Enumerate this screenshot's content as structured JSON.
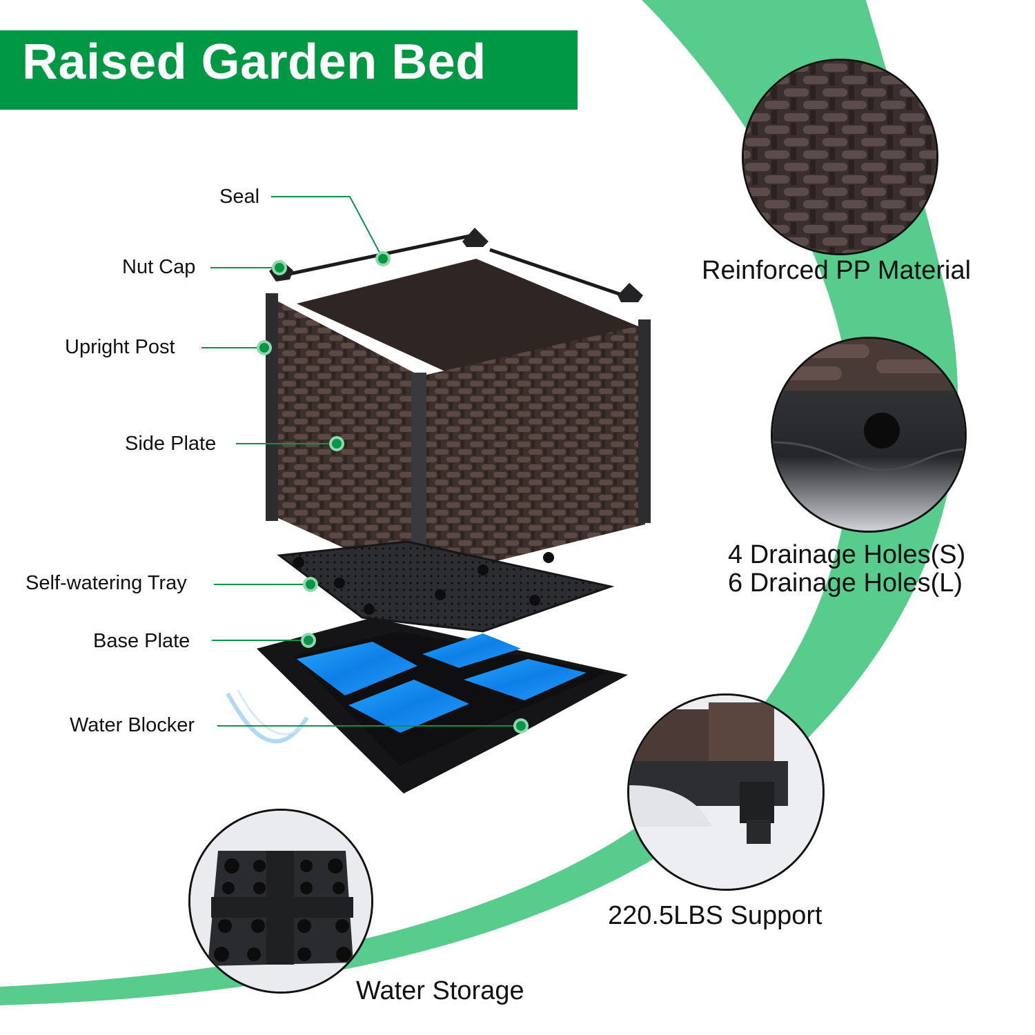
{
  "title": "Raised Garden Bed",
  "colors": {
    "banner": "#009845",
    "arc": "#57CC8D",
    "callout_line": "#0A9447",
    "callout_dot": "#0A9447",
    "callout_halo": "#8ED9AC",
    "rattan": "#4A3A36",
    "plastic": "#2A2B2D",
    "water": "#1D8FF0"
  },
  "callouts": [
    {
      "label": "Seal"
    },
    {
      "label": "Nut Cap"
    },
    {
      "label": "Upright Post"
    },
    {
      "label": "Side Plate"
    },
    {
      "label": "Self-watering Tray"
    },
    {
      "label": "Base Plate"
    },
    {
      "label": "Water Blocker"
    }
  ],
  "features": [
    {
      "label": "Reinforced PP Material",
      "image": "rattan-weave-closeup"
    },
    {
      "label_line1": "4 Drainage Holes(S)",
      "label_line2": "6 Drainage Holes(L)",
      "image": "drainage-hole-closeup"
    },
    {
      "label": "220.5LBS Support",
      "image": "support-foot-closeup"
    },
    {
      "label": "Water Storage",
      "image": "water-storage-tray-closeup"
    }
  ]
}
